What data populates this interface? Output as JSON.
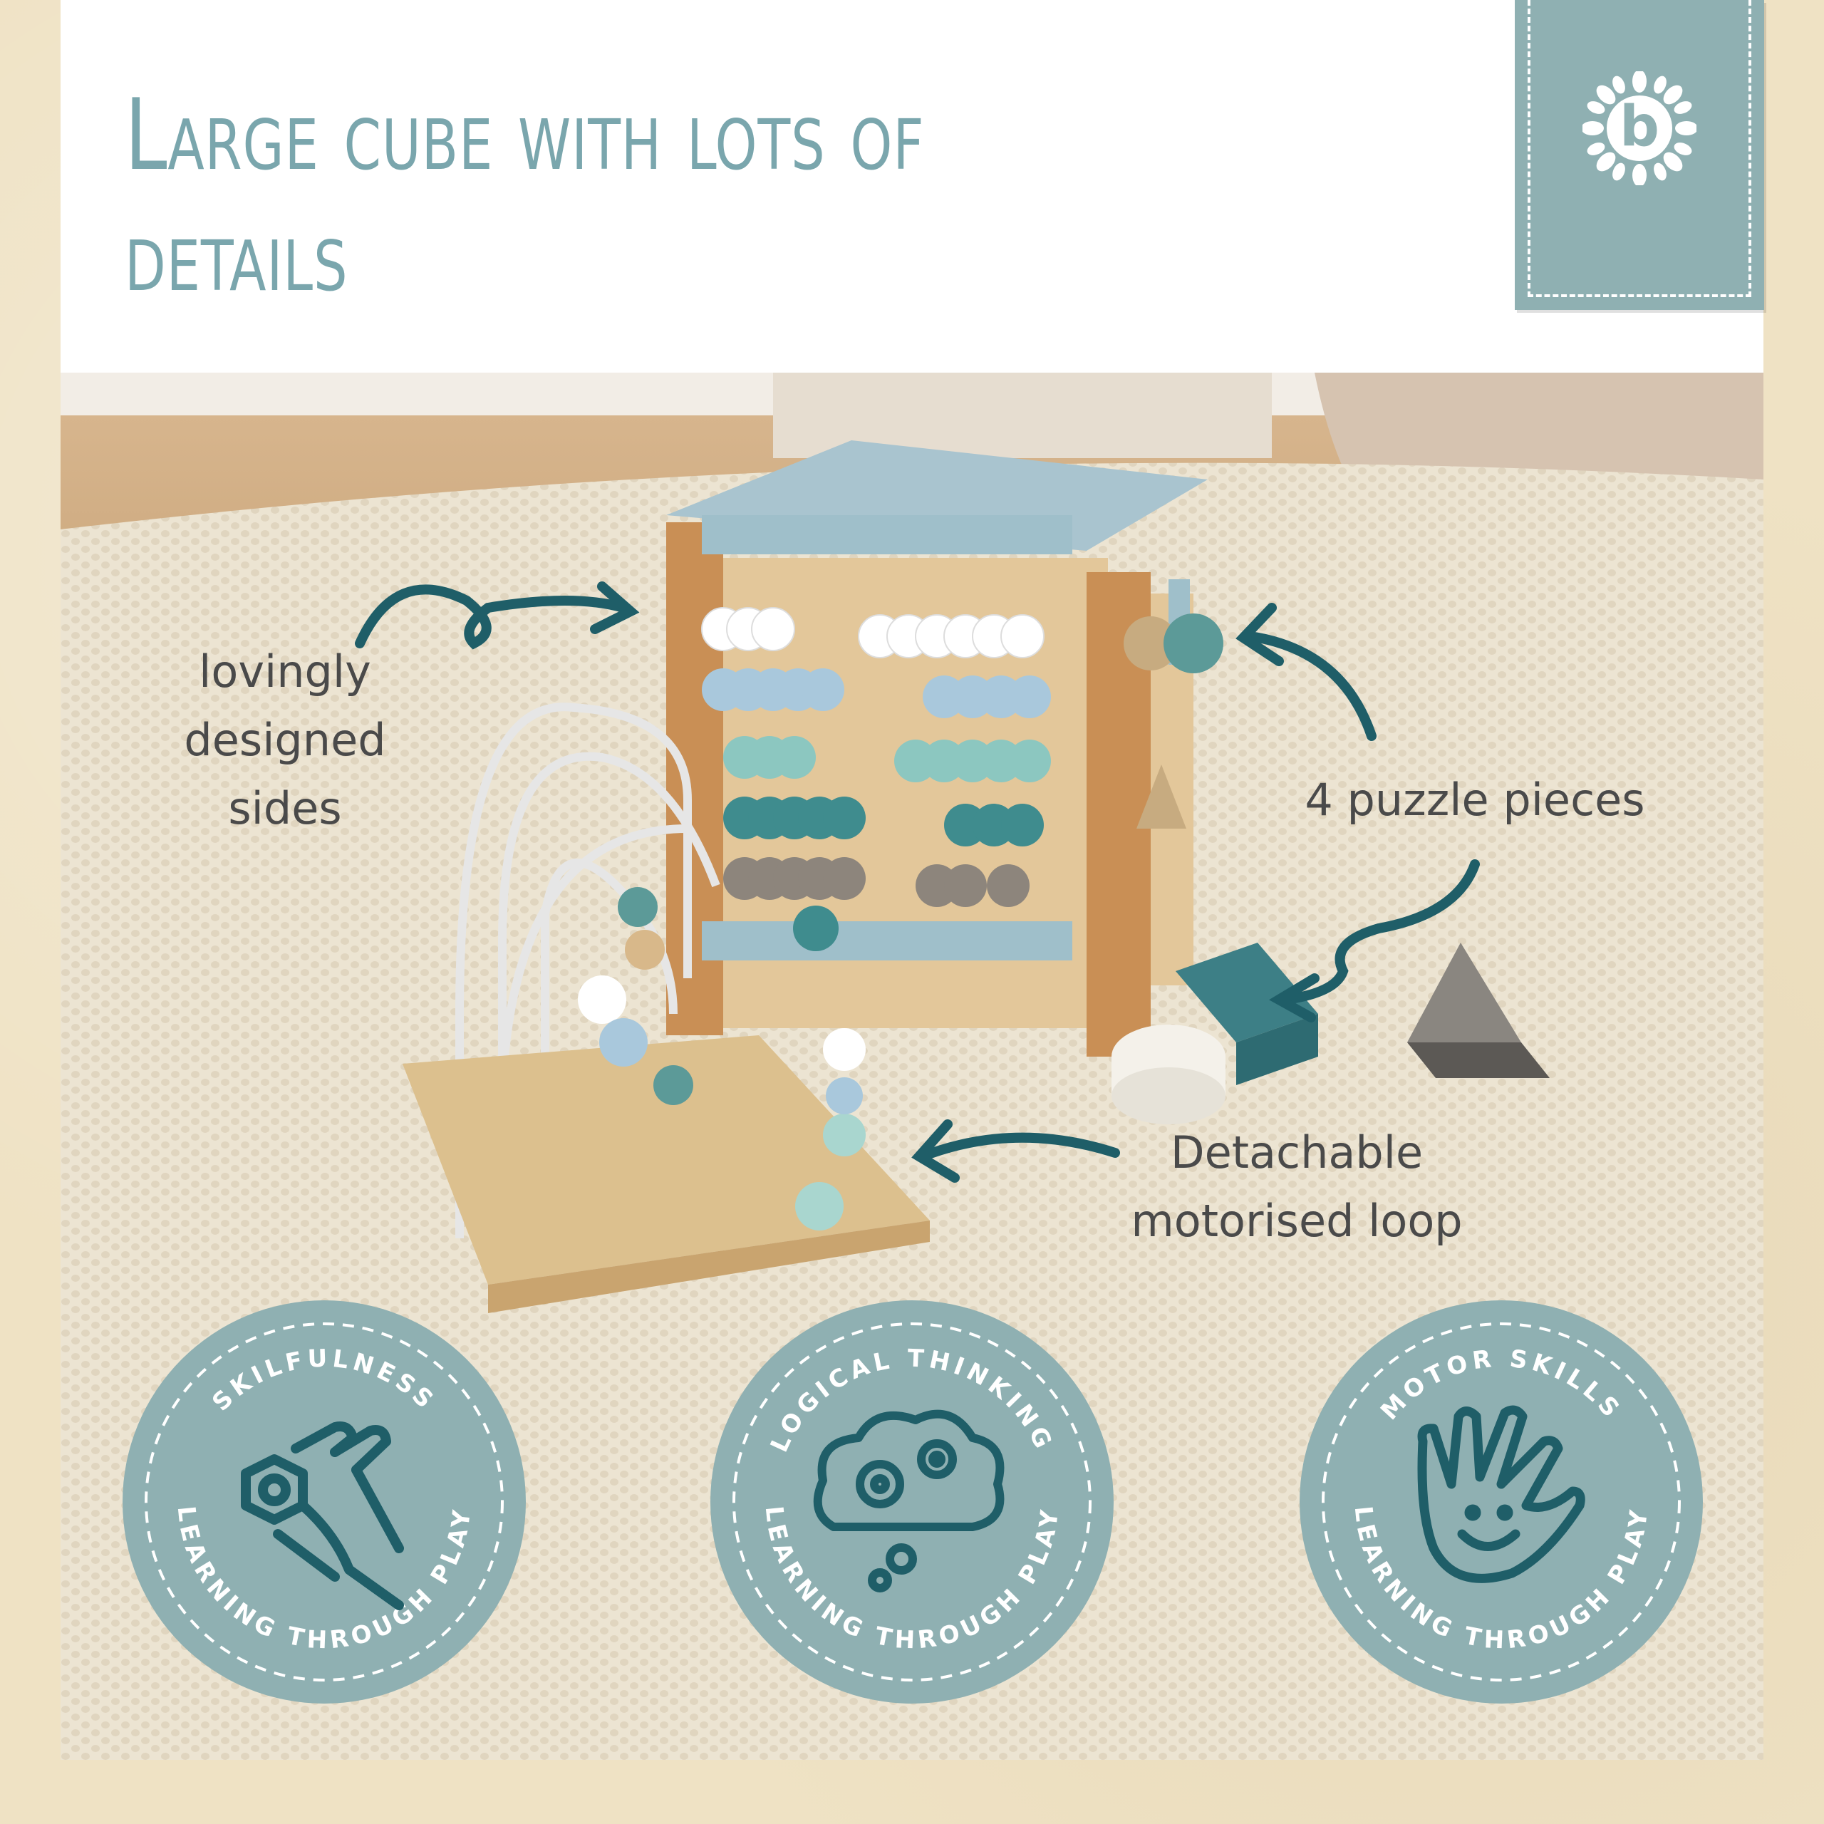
{
  "title": {
    "line1": "Large cube with lots of",
    "line2": "details"
  },
  "brand": {
    "logo_letter": "b",
    "icon": "brand-flower-logo-icon"
  },
  "callouts": [
    {
      "lines": [
        "lovingly",
        "designed",
        "sides"
      ]
    },
    {
      "lines": [
        "4 puzzle pieces"
      ]
    },
    {
      "lines": [
        "Detachable",
        "motorised loop"
      ]
    }
  ],
  "badges": [
    {
      "top_text": "SKILFULNESS",
      "bottom_text": "LEARNING THROUGH PLAY",
      "icon": "hand-holding-nut-icon"
    },
    {
      "top_text": "LOGICAL THINKING",
      "bottom_text": "LEARNING THROUGH PLAY",
      "icon": "thinking-cloud-gears-icon"
    },
    {
      "top_text": "MOTOR SKILLS",
      "bottom_text": "LEARNING THROUGH PLAY",
      "icon": "smiling-hand-icon"
    }
  ],
  "colors": {
    "teal_text": "#7aa6ad",
    "badge": "#8fb0b2",
    "arrow": "#1f5e68",
    "callout_text": "#4a4a4a",
    "background": "#efe2c4"
  }
}
